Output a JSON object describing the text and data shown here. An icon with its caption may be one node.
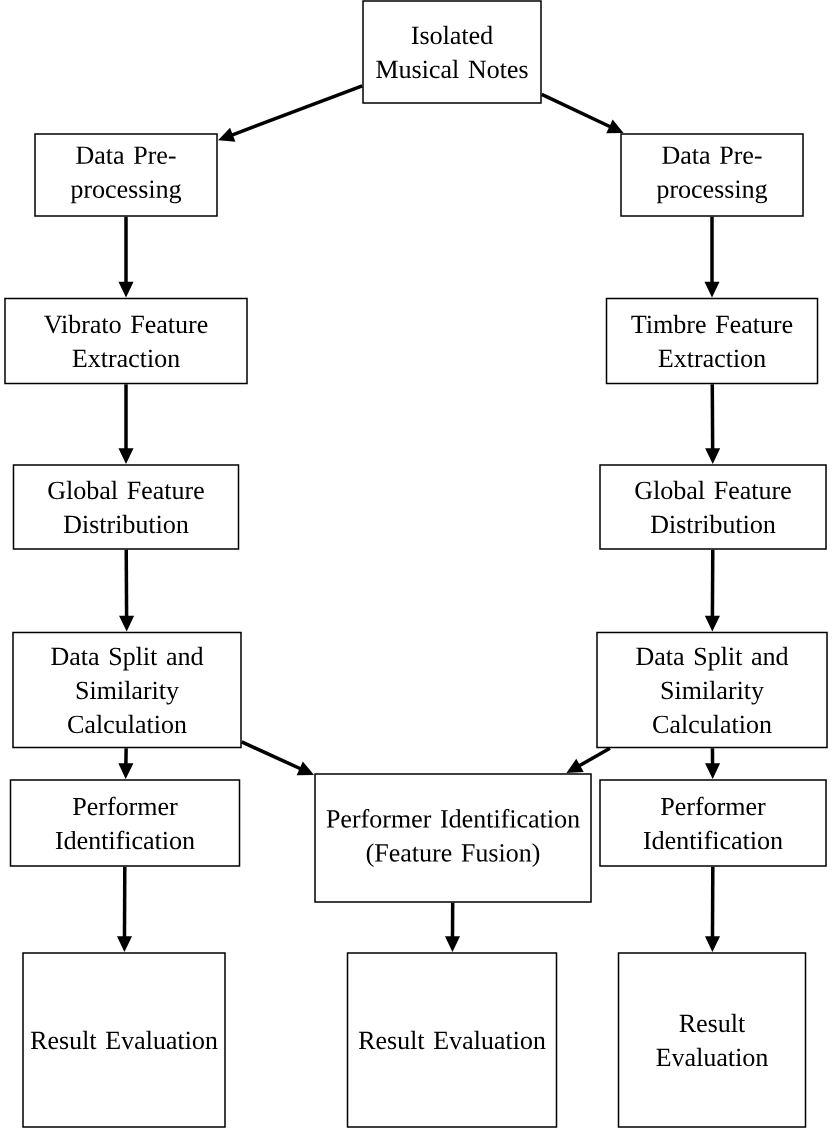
{
  "diagram": {
    "nodes": [
      {
        "text": [
          "Isolated Musical Notes"
        ]
      },
      {
        "text": [
          "Data Pre-processing"
        ]
      },
      {
        "text": [
          "Data Pre-processing"
        ]
      },
      {
        "text": [
          "Vibrato Feature Extraction"
        ]
      },
      {
        "text": [
          "Timbre Feature Extraction"
        ]
      },
      {
        "text": [
          "Global Feature Distribution"
        ]
      },
      {
        "text": [
          "Global Feature Distribution"
        ]
      },
      {
        "text": [
          "Data Split and Similarity Calculation"
        ]
      },
      {
        "text": [
          "Data Split and Similarity Calculation"
        ]
      },
      {
        "text": [
          "Performer Identification"
        ]
      },
      {
        "text": [
          "Performer Identification (Feature Fusion)"
        ]
      },
      {
        "text": [
          "Performer Identification"
        ]
      },
      {
        "text": [
          "Result Evaluation"
        ]
      },
      {
        "text": [
          "Result Evaluation"
        ]
      },
      {
        "text": [
          "Result Evaluation"
        ]
      }
    ],
    "edges": [
      {
        "from": 0,
        "to": 1,
        "arrow": "to"
      },
      {
        "from": 0,
        "to": 2,
        "arrow": "to"
      },
      {
        "from": 1,
        "to": 3,
        "arrow": "to"
      },
      {
        "from": 2,
        "to": 4,
        "arrow": "to"
      },
      {
        "from": 3,
        "to": 5,
        "arrow": "to"
      },
      {
        "from": 4,
        "to": 6,
        "arrow": "to"
      },
      {
        "from": 5,
        "to": 7,
        "arrow": "to"
      },
      {
        "from": 6,
        "to": 8,
        "arrow": "to"
      },
      {
        "from": 7,
        "to": 9,
        "arrow": "to"
      },
      {
        "from": 7,
        "to": 10,
        "arrow": "to"
      },
      {
        "from": 8,
        "to": 10,
        "arrow": "to"
      },
      {
        "from": 8,
        "to": 11,
        "arrow": "to"
      },
      {
        "from": 9,
        "to": 12,
        "arrow": "to"
      },
      {
        "from": 10,
        "to": 13,
        "arrow": "to"
      },
      {
        "from": 11,
        "to": 14,
        "arrow": "to"
      }
    ]
  }
}
